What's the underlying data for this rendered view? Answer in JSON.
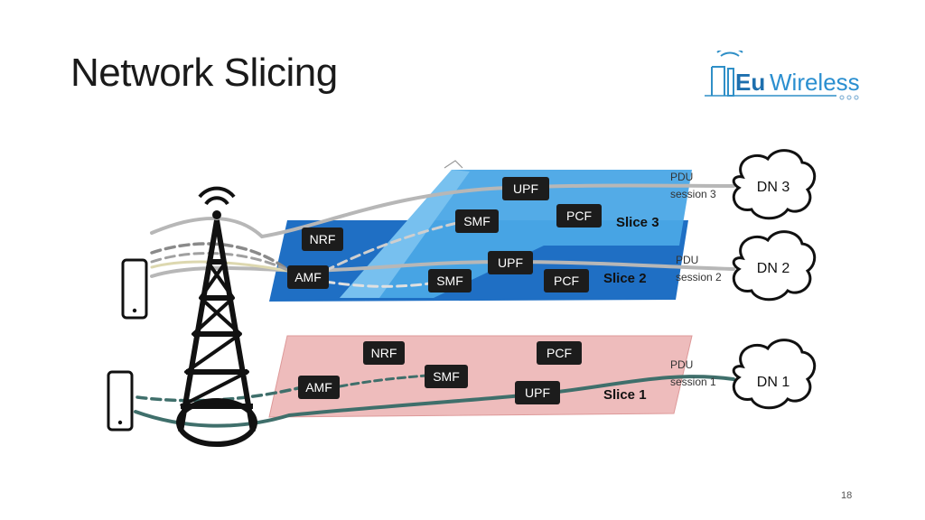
{
  "slide": {
    "title": "Network Slicing",
    "page_number": "18"
  },
  "logo": {
    "brand_bold": "Eu",
    "brand_light": "Wireless"
  },
  "slices": {
    "slice3": {
      "label": "Slice 3",
      "upf": "UPF",
      "smf": "SMF",
      "pcf": "PCF"
    },
    "slice2": {
      "label": "Slice 2",
      "upf": "UPF",
      "smf": "SMF",
      "pcf": "PCF",
      "nrf": "NRF",
      "amf": "AMF"
    },
    "slice1": {
      "label": "Slice 1",
      "upf": "UPF",
      "smf": "SMF",
      "pcf": "PCF",
      "nrf": "NRF",
      "amf": "AMF"
    }
  },
  "pdu_sessions": [
    {
      "line1": "PDU",
      "line2": "session 3"
    },
    {
      "line1": "PDU",
      "line2": "session 2"
    },
    {
      "line1": "PDU",
      "line2": "session 1"
    }
  ],
  "data_networks": [
    "DN 3",
    "DN 2",
    "DN 1"
  ],
  "colors": {
    "blue_dark": "#1f6fc4",
    "blue_light": "#4aa6e6",
    "pink": "#eebcbc",
    "node": "#1c1c1c",
    "path_teal": "#3f6f6b",
    "path_grey": "#b7b7b7"
  }
}
